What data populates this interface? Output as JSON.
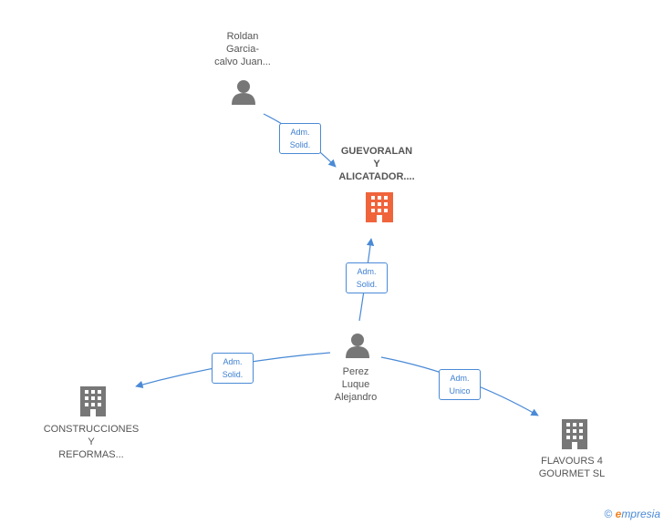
{
  "nodes": {
    "roldan": {
      "lines": [
        "Roldan",
        "Garcia-",
        "calvo Juan..."
      ]
    },
    "guevoralan": {
      "lines": [
        "GUEVORALAN",
        "Y",
        "ALICATADOR...."
      ]
    },
    "perez": {
      "lines": [
        "Perez",
        "Luque",
        "Alejandro"
      ]
    },
    "construcciones": {
      "lines": [
        "CONSTRUCCIONES",
        "Y",
        "REFORMAS..."
      ]
    },
    "flavours": {
      "lines": [
        "FLAVOURS 4",
        "GOURMET SL"
      ]
    }
  },
  "edges": {
    "roldan_guevoralan": {
      "lines": [
        "Adm.",
        "Solid."
      ]
    },
    "perez_guevoralan": {
      "lines": [
        "Adm.",
        "Solid."
      ]
    },
    "perez_construcciones": {
      "lines": [
        "Adm.",
        "Solid."
      ]
    },
    "perez_flavours": {
      "lines": [
        "Adm.",
        "Unico"
      ]
    }
  },
  "footer": {
    "symbol": "©",
    "brand_initial": "e",
    "brand_rest": "mpresia"
  },
  "colors": {
    "edge": "#4a8ad6",
    "focus_company": "#f0643c",
    "company": "#777777",
    "person": "#777777"
  }
}
